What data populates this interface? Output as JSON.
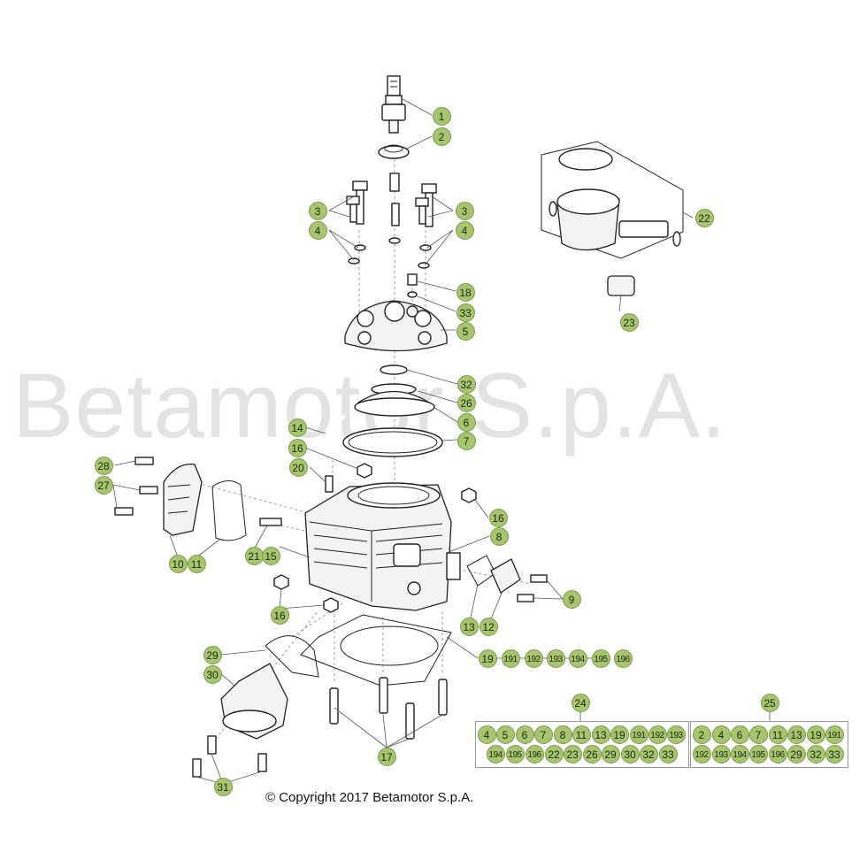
{
  "watermark": "Betamotor S.p.A.",
  "copyright": "© Copyright 2017 Betamotor S.p.A.",
  "callouts": {
    "c1": "1",
    "c2": "2",
    "c3a": "3",
    "c3b": "3",
    "c4a": "4",
    "c4b": "4",
    "c18": "18",
    "c33": "33",
    "c5": "5",
    "c22": "22",
    "c23": "23",
    "c32": "32",
    "c26": "26",
    "c6": "6",
    "c7": "7",
    "c14": "14",
    "c16a": "16",
    "c20": "20",
    "c16b": "16",
    "c8": "8",
    "c28": "28",
    "c27": "27",
    "c10": "10",
    "c11": "11",
    "c21": "21",
    "c15": "15",
    "c16c": "16",
    "c9": "9",
    "c13": "13",
    "c12": "12",
    "c29": "29",
    "c30": "30",
    "c17": "17",
    "c31": "31",
    "c19": "19",
    "c191": "191",
    "c192": "192",
    "c193": "193",
    "c194": "194",
    "c195": "195",
    "c196": "196",
    "c24": "24",
    "c25": "25"
  },
  "kit24": [
    "4",
    "5",
    "6",
    "7",
    "8",
    "11",
    "13",
    "19",
    "191",
    "192",
    "193",
    "194",
    "195",
    "196",
    "22",
    "23",
    "26",
    "29",
    "30",
    "32",
    "33"
  ],
  "kit25": [
    "2",
    "4",
    "6",
    "7",
    "11",
    "13",
    "19",
    "191",
    "192",
    "193",
    "194",
    "195",
    "196",
    "29",
    "32",
    "33"
  ],
  "colors": {
    "callout_fill": "#a7c56f",
    "callout_border": "#7d9b4a",
    "line": "#222222",
    "watermark": "#e3e3e3"
  }
}
